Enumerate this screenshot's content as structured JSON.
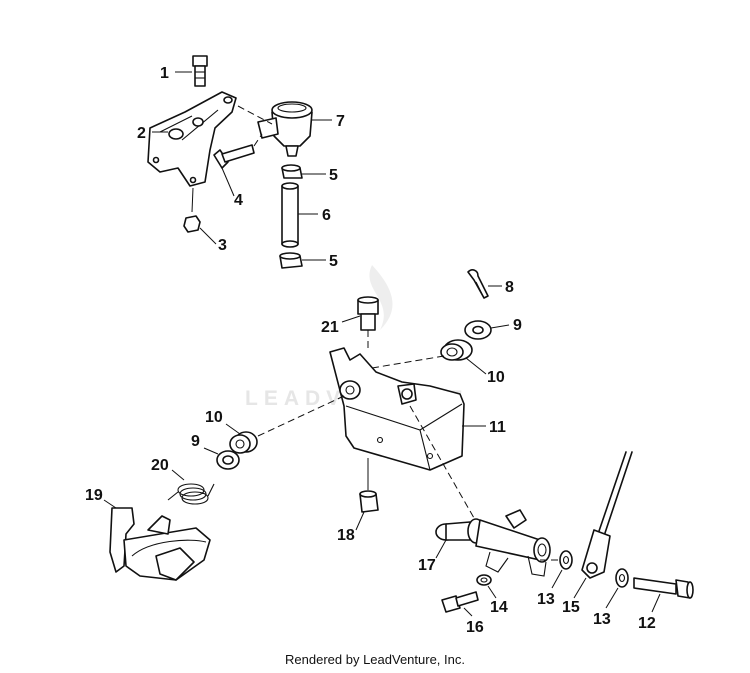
{
  "watermark": "LEADVENTURE",
  "footer": "Rendered by LeadVenture, Inc.",
  "callouts": {
    "c1": "1",
    "c2": "2",
    "c3": "3",
    "c4": "4",
    "c5a": "5",
    "c5b": "5",
    "c6": "6",
    "c7": "7",
    "c8": "8",
    "c9a": "9",
    "c9b": "9",
    "c10a": "10",
    "c10b": "10",
    "c11": "11",
    "c12": "12",
    "c13a": "13",
    "c13b": "13",
    "c14": "14",
    "c15": "15",
    "c16": "16",
    "c17": "17",
    "c18": "18",
    "c19": "19",
    "c20": "20",
    "c21": "21"
  }
}
